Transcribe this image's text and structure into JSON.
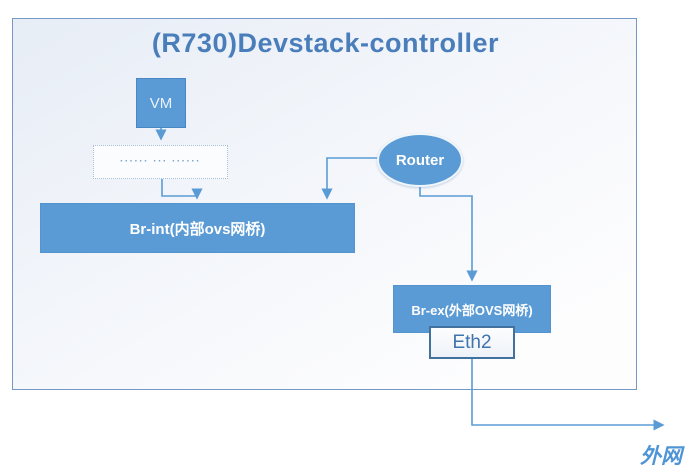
{
  "diagram": {
    "title": "(R730)Devstack-controller",
    "nodes": {
      "vm": {
        "label": "VM"
      },
      "tap_interface": {
        "dots": "······ ··· ······"
      },
      "br_int": {
        "label": "Br-int(内部ovs网桥)"
      },
      "router": {
        "label": "Router"
      },
      "br_ex": {
        "label": "Br-ex(外部OVS网桥)"
      },
      "eth2": {
        "label": "Eth2"
      },
      "external_net": {
        "label": "外网"
      }
    },
    "colors": {
      "node_fill": "#5b9bd5",
      "connector": "#5b9bd5",
      "title_text": "#4a7ebb",
      "outer_border": "#7599c7",
      "eth2_border": "#41719c",
      "external_text": "#4f94d4"
    }
  }
}
